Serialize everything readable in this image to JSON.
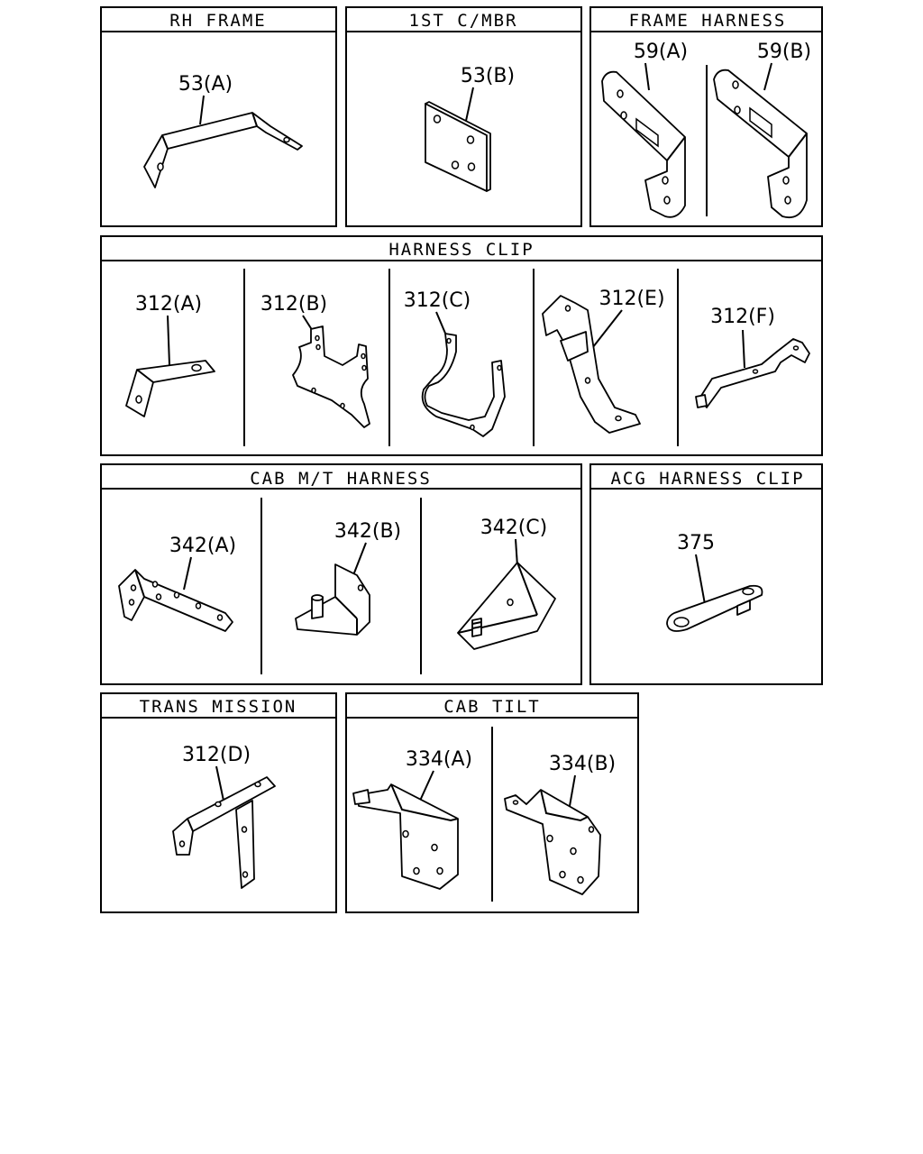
{
  "panels": {
    "rh_frame": {
      "title": "RH FRAME",
      "parts": [
        "53(A)"
      ]
    },
    "first_cmbr": {
      "title": "1ST C/MBR",
      "parts": [
        "53(B)"
      ]
    },
    "frame_harness": {
      "title": "FRAME HARNESS",
      "parts": [
        "59(A)",
        "59(B)"
      ]
    },
    "harness_clip": {
      "title": "HARNESS CLIP",
      "parts": [
        "312(A)",
        "312(B)",
        "312(C)",
        "312(E)",
        "312(F)"
      ]
    },
    "cab_mt_harness": {
      "title": "CAB M/T HARNESS",
      "parts": [
        "342(A)",
        "342(B)",
        "342(C)"
      ]
    },
    "acg_harness_clip": {
      "title": "ACG HARNESS CLIP",
      "parts": [
        "375"
      ]
    },
    "trans_mission": {
      "title": "TRANS MISSION",
      "parts": [
        "312(D)"
      ]
    },
    "cab_tilt": {
      "title": "CAB TILT",
      "parts": [
        "334(A)",
        "334(B)"
      ]
    }
  }
}
